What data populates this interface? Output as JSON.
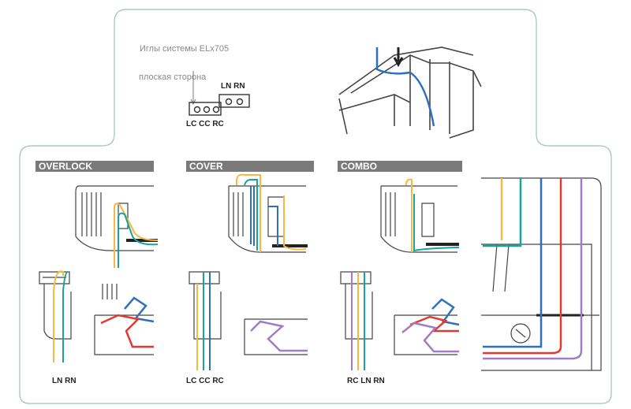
{
  "top_panel": {
    "needle_system": "Иглы системы ELx705",
    "flat_side": "плоская сторона",
    "upper_needles": "LN RN",
    "lower_needles": "LC CC RC"
  },
  "sections": [
    {
      "title": "OVERLOCK",
      "caption": "LN RN"
    },
    {
      "title": "COVER",
      "caption": "LC CC RC"
    },
    {
      "title": "COMBO",
      "caption": "RC LN RN"
    }
  ],
  "thread_colors": {
    "yellow": "#f5b942",
    "teal": "#17a49a",
    "blue": "#2f6fbf",
    "red": "#e23a32",
    "purple": "#a07cc8",
    "outline": "#555555",
    "frame": "#9cc2bb"
  }
}
